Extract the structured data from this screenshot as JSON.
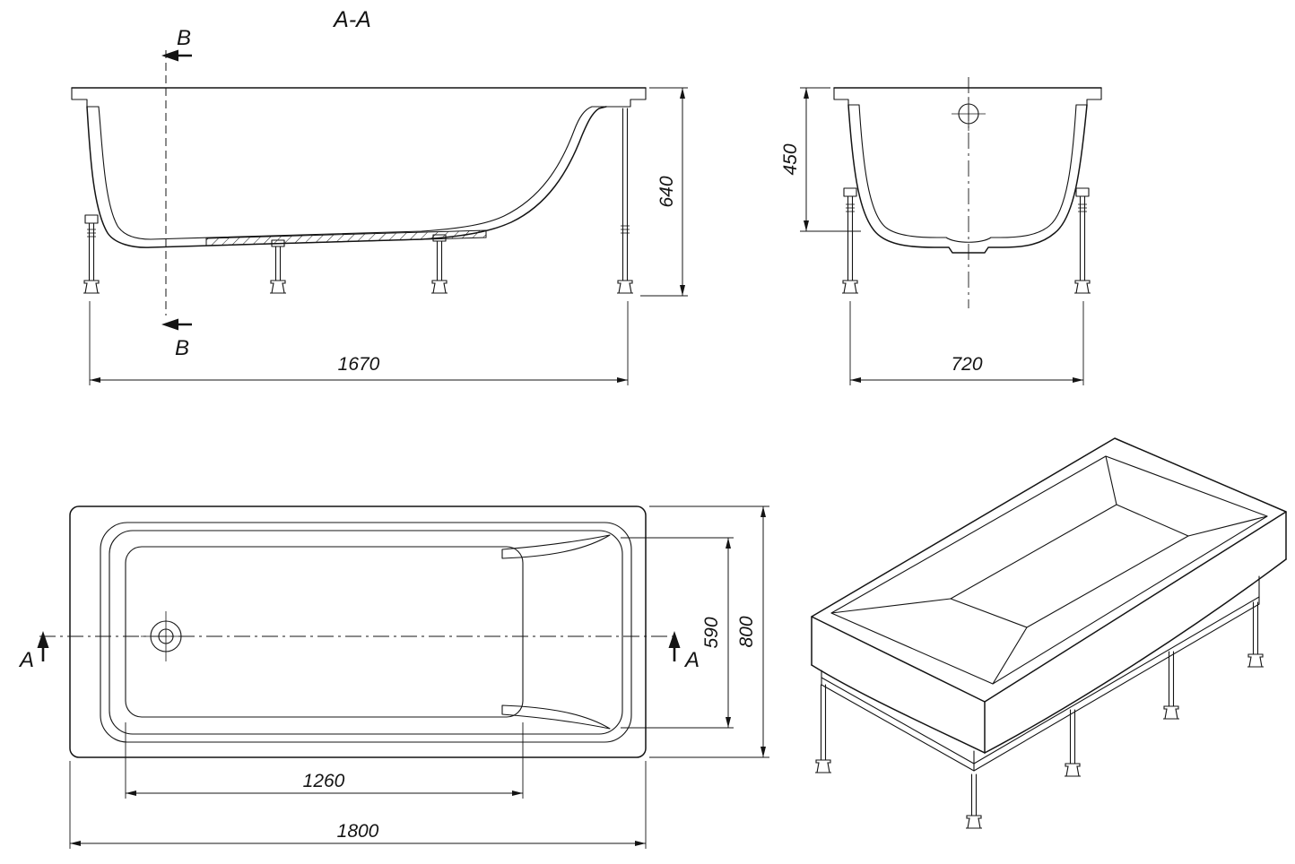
{
  "colors": {
    "line": "#141414",
    "background": "#ffffff"
  },
  "labels": {
    "section_title": "A-A",
    "cut_b_top": "B",
    "cut_b_bottom": "B",
    "cut_a_left": "A",
    "cut_a_right": "A"
  },
  "dimensions": {
    "side_length": "1670",
    "side_height": "640",
    "end_depth": "450",
    "end_width": "720",
    "plan_inner_width": "590",
    "plan_overall_width": "800",
    "plan_inner_length": "1260",
    "plan_overall_length": "1800"
  }
}
